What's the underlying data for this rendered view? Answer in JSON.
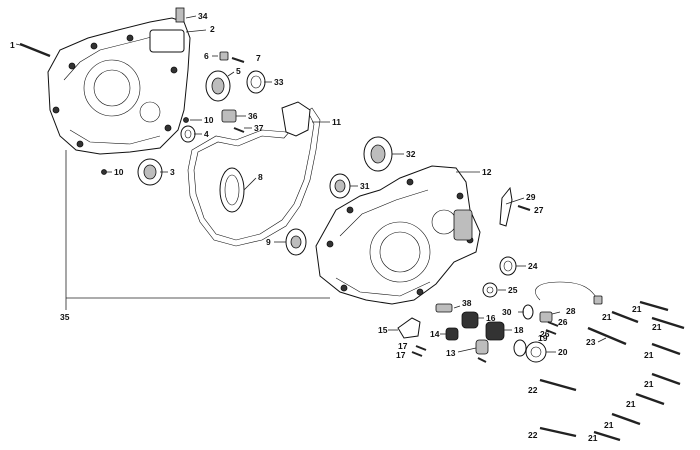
{
  "diagram": {
    "part_labels": [
      "1",
      "2",
      "3",
      "4",
      "5",
      "6",
      "7",
      "8",
      "9",
      "10",
      "10",
      "11",
      "12",
      "13",
      "14",
      "15",
      "16",
      "17",
      "17",
      "18",
      "19",
      "20",
      "21",
      "21",
      "21",
      "21",
      "21",
      "21",
      "21",
      "21",
      "22",
      "22",
      "23",
      "24",
      "25",
      "26",
      "26",
      "27",
      "28",
      "29",
      "30",
      "31",
      "32",
      "33",
      "34",
      "35",
      "36",
      "37",
      "38"
    ]
  }
}
